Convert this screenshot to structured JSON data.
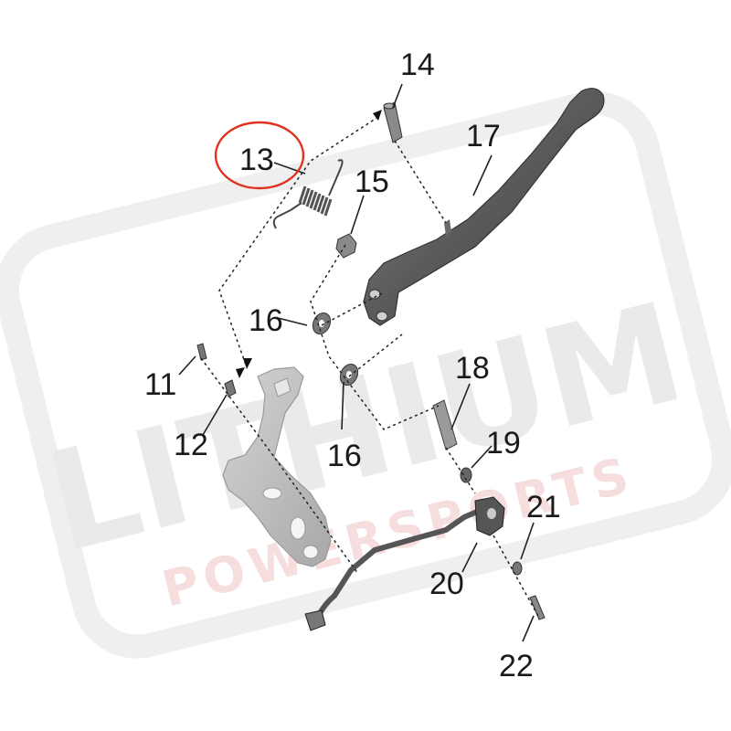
{
  "watermark": {
    "brand": "LITHIUM",
    "subtitle": "POWERSPORTS",
    "color": "#e6e6e6",
    "subtitle_color": "#f6d6d6"
  },
  "highlight_color": "#e0321e",
  "callouts": {
    "c11": "11",
    "c12": "12",
    "c13": "13",
    "c14": "14",
    "c15": "15",
    "c16a": "16",
    "c16b": "16",
    "c17": "17",
    "c18": "18",
    "c19": "19",
    "c20": "20",
    "c21": "21",
    "c22": "22"
  }
}
